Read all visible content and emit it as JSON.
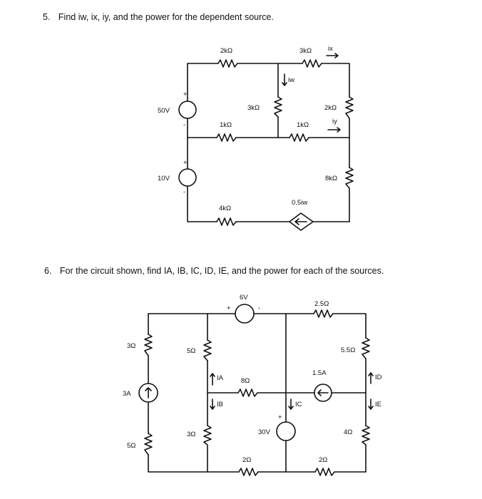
{
  "problem5": {
    "number": "5.",
    "text": "Find iw, ix, iy, and the power for the dependent source.",
    "labels": {
      "r_top_left": "2kΩ",
      "r_top_right": "3kΩ",
      "ix": "ix",
      "iw": "iw",
      "v50": "50V",
      "r_mid_vert": "3kΩ",
      "r_right_upper": "2kΩ",
      "r_mid_left": "1kΩ",
      "r_mid_right": "1kΩ",
      "iy": "iy",
      "v10": "10V",
      "r_right_lower": "8kΩ",
      "dep_label": "0.5iw",
      "r_bottom": "4kΩ",
      "plus1": "+",
      "minus1": "-",
      "plus2": "+",
      "minus2": "-"
    }
  },
  "problem6": {
    "number": "6.",
    "text": "For the circuit shown, find IA, IB, IC, ID, IE, and the power for each of the sources.",
    "labels": {
      "v6": "6V",
      "plus6": "+",
      "minus6": "-",
      "r_top": "2.5Ω",
      "r_left_top": "3Ω",
      "r_left2": "5Ω",
      "r_right_top": "5.5Ω",
      "ia": "IA",
      "r_8": "8Ω",
      "cs_1_5": "1.5A",
      "id": "ID",
      "cs_3": "3A",
      "ib": "IB",
      "ic": "IC",
      "ie": "IE",
      "plus30": "+",
      "r_3b": "3Ω",
      "v30": "30V",
      "r_4": "4Ω",
      "r_left_bottom": "5Ω",
      "r_bot_left": "2Ω",
      "r_bot_right": "2Ω"
    }
  }
}
